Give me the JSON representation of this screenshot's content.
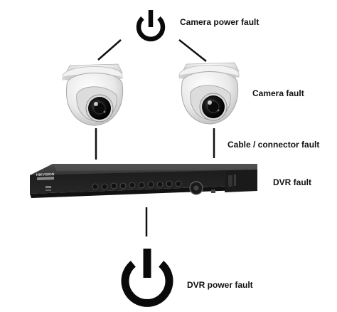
{
  "labels": {
    "camera_power_fault": "Camera power fault",
    "camera_fault": "Camera fault",
    "cable_connector_fault": "Cable / connector fault",
    "dvr_fault": "DVR fault",
    "dvr_power_fault": "DVR power fault"
  },
  "dvr_brand": "HIKVISION",
  "colors": {
    "line": "#111111",
    "power_icon": "#0a0a0a",
    "camera_body": "#eeeeee",
    "dvr_body": "#2a2a2a"
  },
  "icons": [
    "power-icon",
    "dome-camera",
    "dvr-recorder"
  ]
}
